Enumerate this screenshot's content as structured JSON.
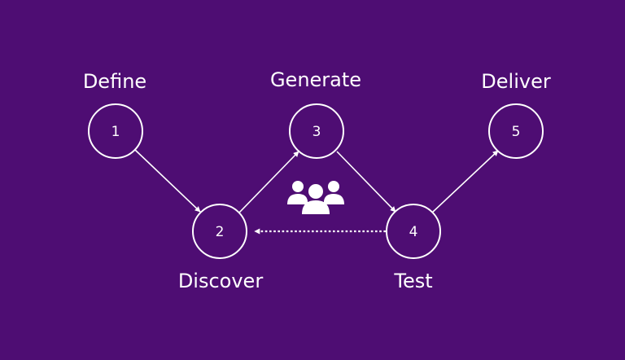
{
  "diagram": {
    "background": "#4e0d73",
    "foreground": "#ffffff",
    "steps": [
      {
        "id": "1",
        "number": "1",
        "label": "Define"
      },
      {
        "id": "2",
        "number": "2",
        "label": "Discover"
      },
      {
        "id": "3",
        "number": "3",
        "label": "Generate"
      },
      {
        "id": "4",
        "number": "4",
        "label": "Test"
      },
      {
        "id": "5",
        "number": "5",
        "label": "Deliver"
      }
    ],
    "flow": [
      {
        "from": "1",
        "to": "2",
        "style": "solid"
      },
      {
        "from": "2",
        "to": "3",
        "style": "solid"
      },
      {
        "from": "3",
        "to": "4",
        "style": "solid"
      },
      {
        "from": "4",
        "to": "5",
        "style": "solid"
      },
      {
        "from": "4",
        "to": "2",
        "style": "dotted"
      }
    ],
    "center_icon": "user-group-icon"
  }
}
